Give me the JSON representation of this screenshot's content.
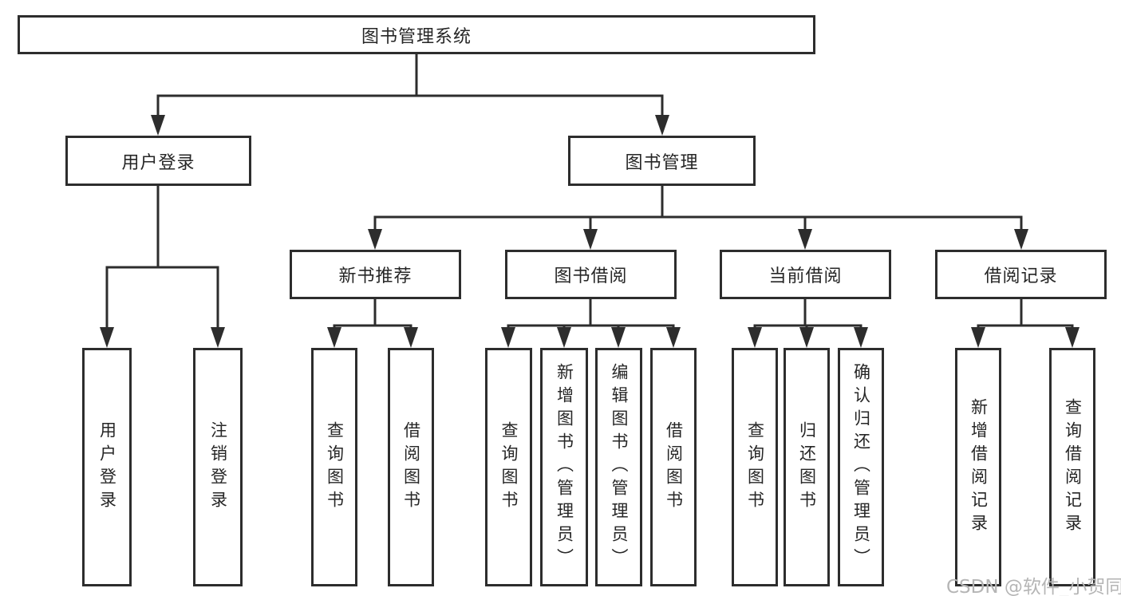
{
  "watermark": "CSDN @软件_小贺同学",
  "colors": {
    "line": "#2d2d2d",
    "text": "#262626",
    "background": "#ffffff",
    "watermark": "#b5b5b5"
  },
  "tree": {
    "label": "图书管理系统",
    "children": [
      {
        "label": "用户登录",
        "children": [
          {
            "label": "用户登录"
          },
          {
            "label": "注销登录"
          }
        ]
      },
      {
        "label": "图书管理",
        "children": [
          {
            "label": "新书推荐",
            "children": [
              {
                "label": "查询图书"
              },
              {
                "label": "借阅图书"
              }
            ]
          },
          {
            "label": "图书借阅",
            "children": [
              {
                "label": "查询图书"
              },
              {
                "label": "新增图书（管理员）"
              },
              {
                "label": "编辑图书（管理员）"
              },
              {
                "label": "借阅图书"
              }
            ]
          },
          {
            "label": "当前借阅",
            "children": [
              {
                "label": "查询图书"
              },
              {
                "label": "归还图书"
              },
              {
                "label": "确认归还（管理员）"
              }
            ]
          },
          {
            "label": "借阅记录",
            "children": [
              {
                "label": "新增借阅记录"
              },
              {
                "label": "查询借阅记录"
              }
            ]
          }
        ]
      }
    ]
  }
}
